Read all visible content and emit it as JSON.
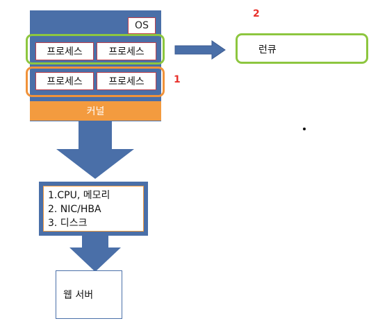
{
  "os": {
    "label": "OS"
  },
  "process_label": "프로세스",
  "kernel": {
    "label": "커널"
  },
  "hardware": {
    "line1": "1.CPU, 메모리",
    "line2": "2. NIC/HBA",
    "line3": "3. 디스크"
  },
  "web_server": {
    "label": "웹 서버"
  },
  "run_queue": {
    "label": "런큐"
  },
  "markers": {
    "one": "1",
    "two": "2"
  },
  "colors": {
    "block_blue": "#4a6fa8",
    "kernel_orange": "#f39b3f",
    "group_green": "#8dc63f",
    "process_border": "#c0404a",
    "marker_red": "#e8302a"
  }
}
